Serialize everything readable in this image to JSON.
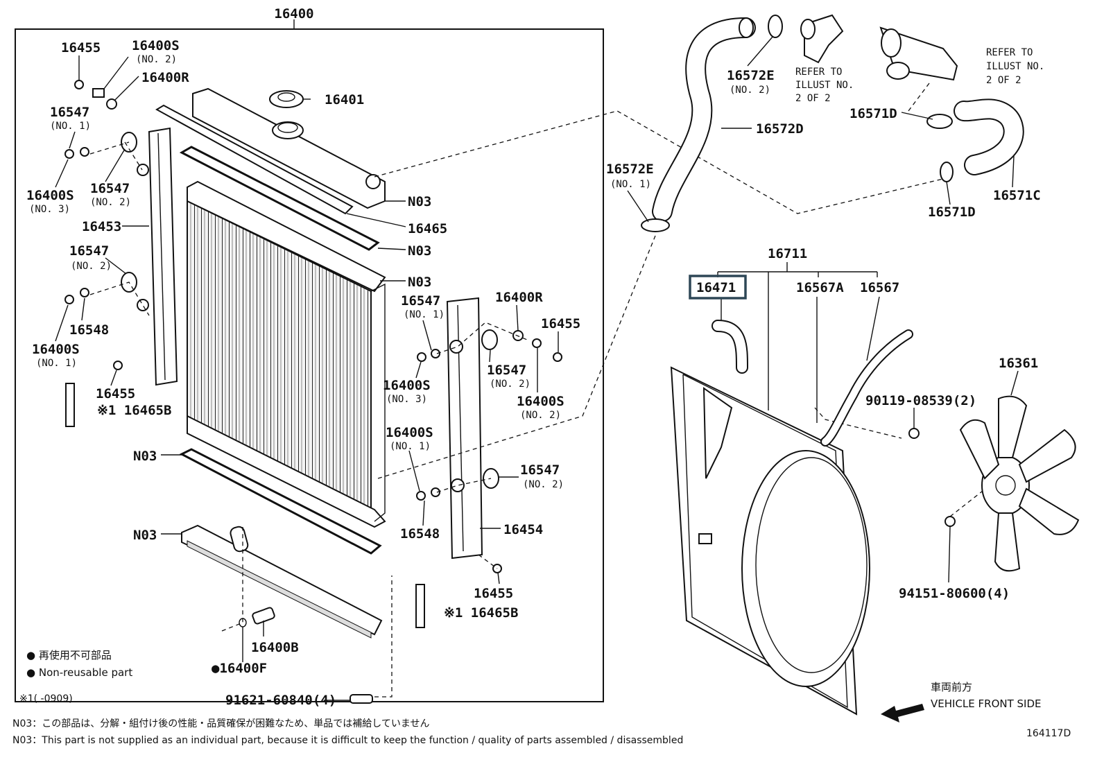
{
  "diagram_code": "164117D",
  "assembly_label": "16400",
  "labels": {
    "p16455_a": "16455",
    "p16400S_a": "16400S",
    "p16400S_a_sub": "(NO. 2)",
    "p16400R_a": "16400R",
    "p16401": "16401",
    "p16547_a": "16547",
    "p16547_a_sub": "(NO. 1)",
    "p16400S_b": "16400S",
    "p16400S_b_sub": "(NO. 3)",
    "p16547_b": "16547",
    "p16547_b_sub": "(NO. 2)",
    "p16453": "16453",
    "p16547_c": "16547",
    "p16547_c_sub": "(NO. 2)",
    "p16548_a": "16548",
    "p16400S_c": "16400S",
    "p16400S_c_sub": "(NO. 1)",
    "p16455_b": "16455",
    "p16465B_a": "※1 16465B",
    "n03_a": "N03",
    "p16465": "16465",
    "n03_b": "N03",
    "n03_c": "N03",
    "p16547_d": "16547",
    "p16547_d_sub": "(NO. 1)",
    "p16400R_b": "16400R",
    "p16455_c": "16455",
    "p16400S_d": "16400S",
    "p16400S_d_sub": "(NO. 3)",
    "p16547_e": "16547",
    "p16547_e_sub": "(NO. 2)",
    "p16400S_e": "16400S",
    "p16400S_e_sub": "(NO. 2)",
    "p16400S_f": "16400S",
    "p16400S_f_sub": "(NO. 1)",
    "n03_d": "N03",
    "p16547_f": "16547",
    "p16547_f_sub": "(NO. 2)",
    "n03_e": "N03",
    "p16548_b": "16548",
    "p16454": "16454",
    "p16455_d": "16455",
    "p16465B_b": "※1 16465B",
    "p16400B": "16400B",
    "p16400F": "●16400F",
    "p91621": "91621-60840(4)",
    "p16572E_a": "16572E",
    "p16572E_a_sub": "(NO. 2)",
    "refer_a_1": "REFER TO",
    "refer_a_2": "ILLUST NO.",
    "refer_a_3": "2 OF 2",
    "refer_b_1": "REFER TO",
    "refer_b_2": "ILLUST NO.",
    "refer_b_3": "2 OF 2",
    "p16571D_a": "16571D",
    "p16572D": "16572D",
    "p16572E_b": "16572E",
    "p16572E_b_sub": "(NO. 1)",
    "p16571C": "16571C",
    "p16571D_b": "16571D",
    "p16711": "16711",
    "p16471": "16471",
    "p16567A": "16567A",
    "p16567": "16567",
    "p16361": "16361",
    "p90119": "90119-08539(2)",
    "p94151": "94151-80600(4)"
  },
  "legend": {
    "jp": "● 再使用不可部品",
    "en": "● Non-reusable part"
  },
  "footnotes": {
    "mark": "※1(       -0909)",
    "n03_jp": "N03：この部品は、分解・組付け後の性能・品質確保が困難なため、単品では補給していません",
    "n03_en": "N03：This part is not supplied as an individual part, because it is difficult to keep the function / quality of parts assembled / disassembled"
  },
  "direction": {
    "jp": "車両前方",
    "en": "VEHICLE FRONT SIDE"
  }
}
